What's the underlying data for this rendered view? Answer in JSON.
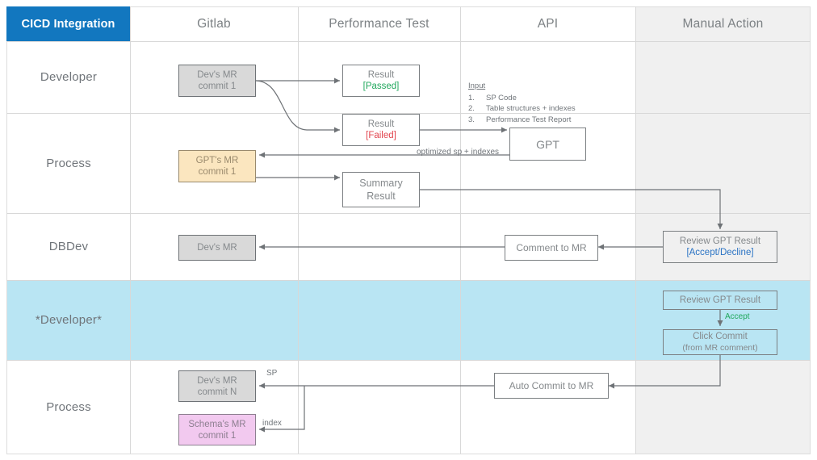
{
  "header": {
    "title": "CICD Integration",
    "columns": [
      {
        "label": "Gitlab"
      },
      {
        "label": "Performance Test"
      },
      {
        "label": "API"
      },
      {
        "label": "Manual Action"
      }
    ]
  },
  "lanes": [
    {
      "label": "Developer"
    },
    {
      "label": "Process"
    },
    {
      "label": "DBDev"
    },
    {
      "label": "*Developer*"
    },
    {
      "label": "Process"
    }
  ],
  "nodes": {
    "dev_mr_c1": {
      "line1": "Dev's MR",
      "line2": "commit 1"
    },
    "result_passed": {
      "line1": "Result",
      "line2": "[Passed]"
    },
    "result_failed": {
      "line1": "Result",
      "line2": "[Failed]"
    },
    "gpt_mr_c1": {
      "line1": "GPT's MR",
      "line2": "commit 1"
    },
    "summary_result": {
      "line1": "Summary",
      "line2": "Result"
    },
    "gpt": {
      "line1": "GPT"
    },
    "dev_mr": {
      "line1": "Dev's MR"
    },
    "comment_to_mr": {
      "line1": "Comment to MR"
    },
    "review_gpt_result_decide": {
      "line1": "Review GPT Result",
      "line2": "[Accept/Decline]"
    },
    "review_gpt_result": {
      "line1": "Review GPT Result"
    },
    "click_commit": {
      "line1": "Click Commit",
      "line2": "(from MR comment)"
    },
    "auto_commit_to_mr": {
      "line1": "Auto Commit to MR"
    },
    "dev_mr_cn": {
      "line1": "Dev's MR",
      "line2": "commit N"
    },
    "schema_mr_c1": {
      "line1": "Schema's MR",
      "line2": "commit 1"
    }
  },
  "input_block": {
    "heading": "Input",
    "items": [
      {
        "num": "1.",
        "text": "SP Code"
      },
      {
        "num": "2.",
        "text": "Table structures + indexes"
      },
      {
        "num": "3.",
        "text": "Performance Test Report"
      }
    ]
  },
  "edge_labels": {
    "optimized": "optimized sp + indexes",
    "accept": "Accept",
    "sp": "SP",
    "index": "index"
  },
  "colors": {
    "brand_blue": "#1277bf",
    "lane_highlight": "#b9e5f3",
    "manual_column": "#f0f0f0",
    "node_gray": "#d9d9d9",
    "node_tan": "#fbe6bf",
    "node_pink": "#f2c9ef",
    "pass_green": "#21a85d",
    "fail_red": "#e2454f",
    "decide_blue": "#2a73c4",
    "edge_gray": "#6e7276"
  }
}
